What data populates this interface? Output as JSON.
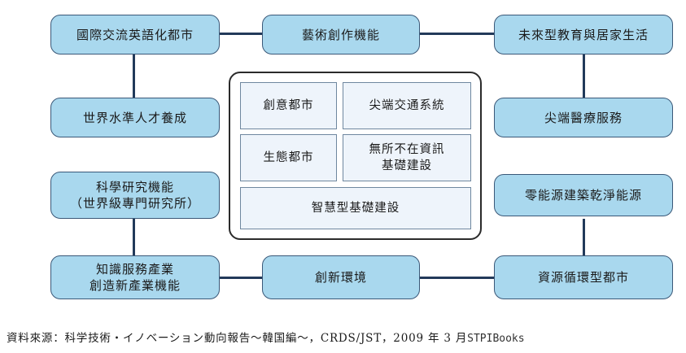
{
  "nodes": {
    "top_left": "國際交流英語化都市",
    "top_center": "藝術創作機能",
    "top_right": "未來型教育與居家生活",
    "left_row2": "世界水準人才養成",
    "left_row3_line1": "科學研究機能",
    "left_row3_line2": "（世界級專門研究所）",
    "bottom_left_line1": "知識服務產業",
    "bottom_left_line2": "創造新產業機能",
    "bottom_center": "創新環境",
    "right_row2": "尖端醫療服務",
    "right_row3": "零能源建築乾淨能源",
    "bottom_right": "資源循環型都市"
  },
  "center": {
    "cell_1": "創意都市",
    "cell_2": "尖端交通系統",
    "cell_3": "生態都市",
    "cell_4_line1": "無所不在資訊",
    "cell_4_line2": "基礎建設",
    "cell_5": "智慧型基礎建設"
  },
  "source": {
    "text": "資料來源：科学技術・イノベーション動向報告〜韓国編〜，CRDS/JST，2009 年 3 月",
    "watermark": "STPIBooks"
  },
  "colors": {
    "node_fill": "#a9d8ee",
    "node_border": "#3a5878",
    "connector": "#223a5a",
    "center_cell_fill": "#eef4fb"
  }
}
